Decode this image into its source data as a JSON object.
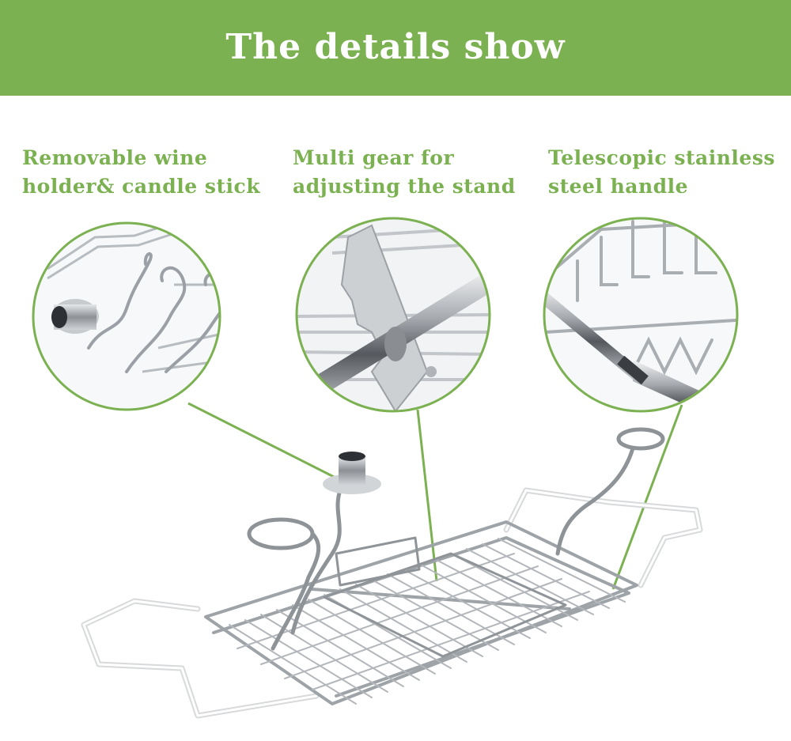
{
  "header": {
    "title": "The details show"
  },
  "callouts": [
    {
      "line1": "Removable wine",
      "line2": "holder& candle stick"
    },
    {
      "line1": "Multi gear for",
      "line2": "adjusting the stand"
    },
    {
      "line1": "Telescopic stainless",
      "line2": "steel handle"
    }
  ],
  "colors": {
    "accent": "#7cb152",
    "metal": "#b9bcc0",
    "background": "#ffffff"
  }
}
